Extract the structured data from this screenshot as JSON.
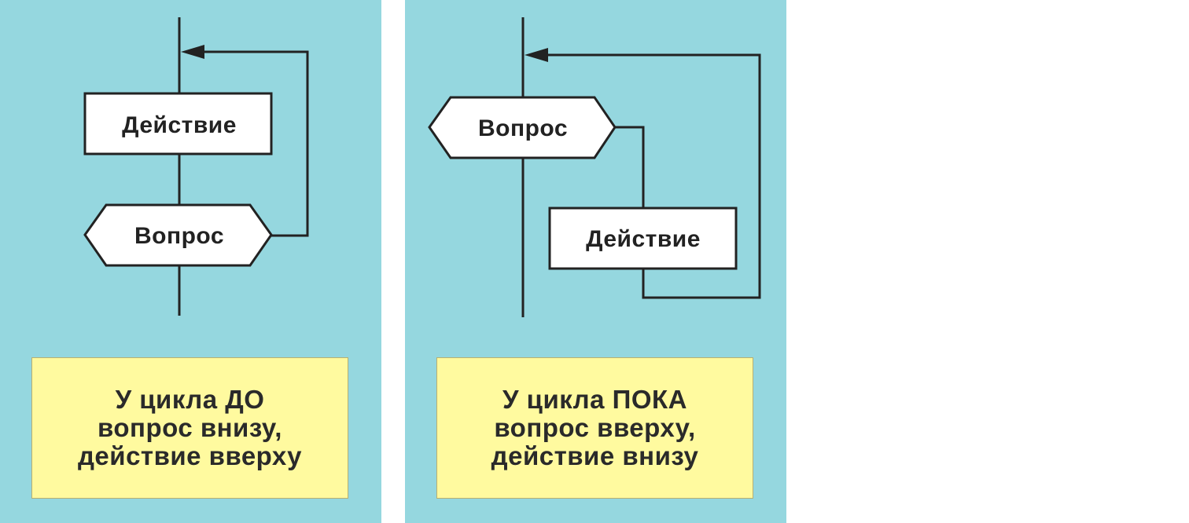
{
  "colors": {
    "panel_bg": "#95d7df",
    "note_bg": "#fffa9f",
    "line": "#222222",
    "box_fill": "#ffffff"
  },
  "diagrams": {
    "do_loop": {
      "action_label": "Действие",
      "question_label": "Вопрос",
      "caption": {
        "line1": "У цикла ДО",
        "line2": "вопрос внизу,",
        "line3": "действие вверху"
      }
    },
    "while_loop": {
      "question_label": "Вопрос",
      "action_label": "Действие",
      "caption": {
        "line1": "У цикла ПОКА",
        "line2": "вопрос вверху,",
        "line3": "действие внизу"
      }
    }
  }
}
